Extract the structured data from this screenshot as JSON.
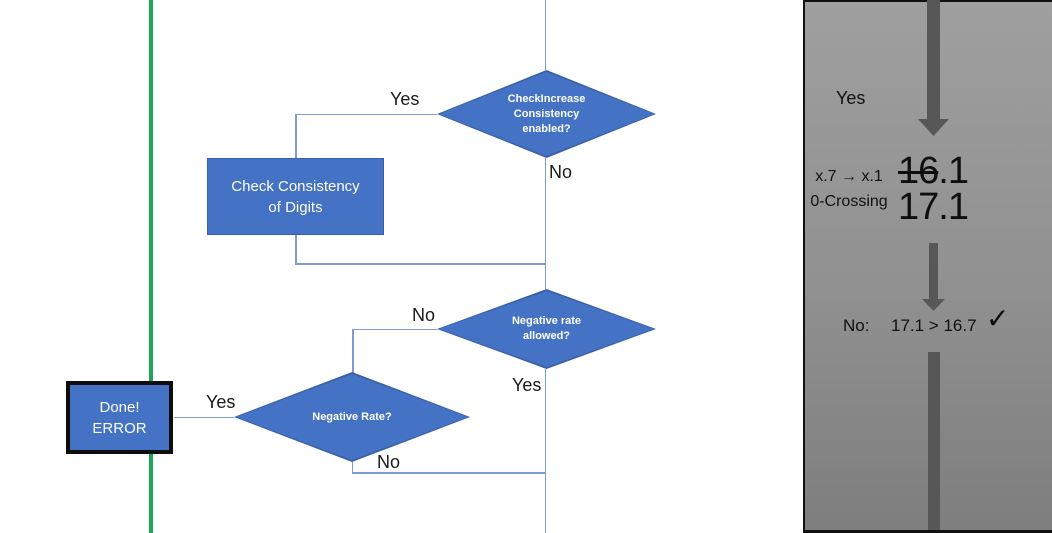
{
  "flowchart": {
    "check_increase_diamond": {
      "line1": "CheckIncrease",
      "line2": "Consistency",
      "line3": "enabled?"
    },
    "check_consistency_box": {
      "line1": "Check Consistency",
      "line2": "of Digits"
    },
    "negative_rate_allowed_diamond": {
      "line1": "Negative rate",
      "line2": "allowed?"
    },
    "negative_rate_diamond": {
      "line1": "Negative Rate?"
    },
    "done_error_box": {
      "line1": "Done!",
      "line2": "ERROR"
    },
    "connector_labels": {
      "yes_top": "Yes",
      "no_top": "No",
      "no_mid": "No",
      "yes_mid": "Yes",
      "yes_left": "Yes",
      "no_bottom": "No"
    }
  },
  "side_panel": {
    "yes_label": "Yes",
    "annotation": {
      "line1": "x.7 → x.1",
      "line2": "0-Crossing"
    },
    "old_value": {
      "struck": "16",
      "rest": ".1"
    },
    "new_value": "17.1",
    "result": {
      "label": "No:",
      "comparison": "17.1 > 16.7",
      "checkmark": "✓"
    }
  },
  "colors": {
    "shape_blue": "#4472C4",
    "shape_border_blue": "#3A5FA8",
    "connector_blue": "#7E9BD3",
    "accent_green": "#1FA45C",
    "arrow_gray": "#575757",
    "panel_gray_top": "#9F9F9F",
    "panel_gray_bottom": "#7E7E7E"
  }
}
